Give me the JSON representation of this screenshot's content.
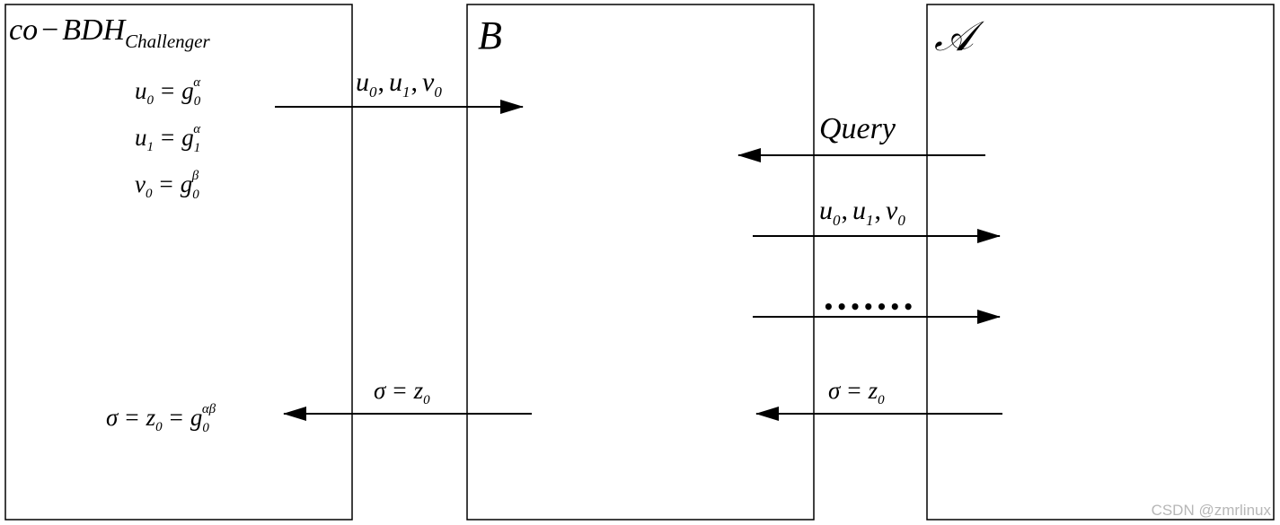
{
  "panels": {
    "challenger": {
      "title_main": "co",
      "title_minus": "−",
      "title_bdh": "BDH",
      "title_sub": "Challenger"
    },
    "b": {
      "title": "B"
    },
    "a": {
      "title": "𝒜"
    }
  },
  "equations": {
    "u0": {
      "lhs": "u",
      "lhs_sub": "0",
      "eq": "=",
      "base": "g",
      "sub": "0",
      "sup": "α"
    },
    "u1": {
      "lhs": "u",
      "lhs_sub": "1",
      "eq": "=",
      "base": "g",
      "sub": "1",
      "sup": "α"
    },
    "v0": {
      "lhs": "v",
      "lhs_sub": "0",
      "eq": "=",
      "base": "g",
      "sub": "0",
      "sup": "β"
    },
    "sigma_final": {
      "sigma": "σ",
      "eq1": "=",
      "z": "z",
      "z_sub": "0",
      "eq2": "=",
      "base": "g",
      "sub": "0",
      "sup": "αβ"
    }
  },
  "labels": {
    "forward_tuple": {
      "u": "u",
      "u0_sub": "0",
      "sep1": ",",
      "u1": "u",
      "u1_sub": "1",
      "sep2": ",",
      "v": "v",
      "v0_sub": "0"
    },
    "query": "Query",
    "dots": "•••••••",
    "sigma_eq": {
      "sigma": "σ",
      "eq": "=",
      "z": "z",
      "z_sub": "0"
    }
  },
  "watermark": "CSDN @zmrlinux"
}
